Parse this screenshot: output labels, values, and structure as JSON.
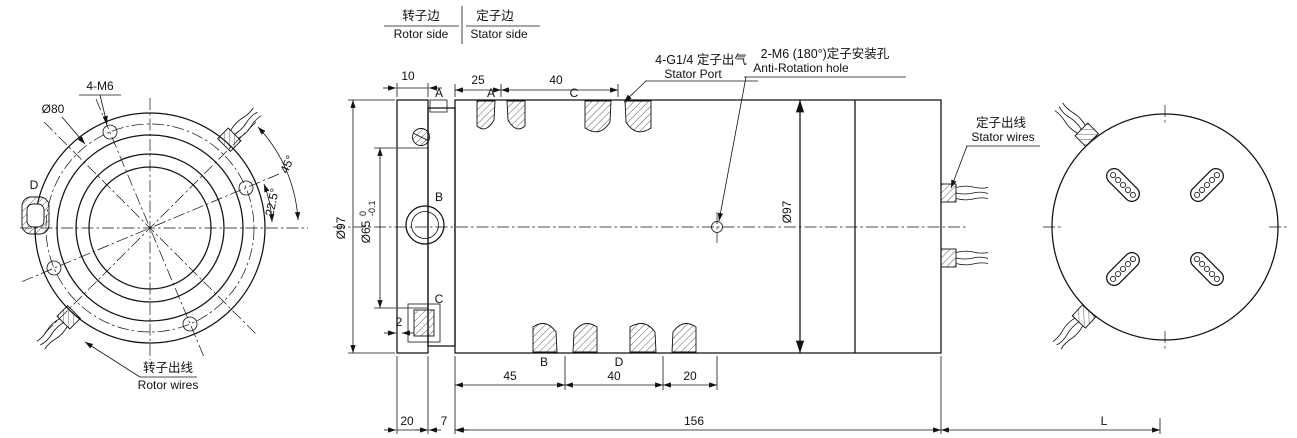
{
  "header": {
    "rotor_side_cn": "转子边",
    "rotor_side_en": "Rotor side",
    "stator_side_cn": "定子边",
    "stator_side_en": "Stator side"
  },
  "callouts": {
    "stator_port_cn": "4-G1/4 定子出气",
    "stator_port_en": "Stator Port",
    "anti_rotation_cn": "2-M6 (180°)定子安装孔",
    "anti_rotation_en": "Anti-Rotation hole",
    "stator_wires_cn": "定子出线",
    "stator_wires_en": "Stator wires",
    "rotor_wires_cn": "转子出线",
    "rotor_wires_en": "Rotor wires"
  },
  "front_view": {
    "bolt_spec": "4-M6",
    "bolt_circle_dia": "Ø80",
    "angle_45": "45°",
    "angle_225": "22.5°",
    "label_d": "D"
  },
  "section": {
    "dia_97_left": "Ø97",
    "dia_97_right": "Ø97",
    "bore_dia": "Ø65",
    "bore_tol_upper": "0",
    "bore_tol_lower": "-0.1",
    "labels": {
      "a_rotor": "A",
      "b_rotor": "B",
      "c_rotor": "C",
      "a_stator": "A",
      "c_stator": "C",
      "b_stator": "B",
      "d_stator": "D"
    },
    "dims": {
      "d10": "10",
      "d25": "25",
      "d40_top": "40",
      "d2": "2",
      "d45": "45",
      "d40_bottom": "40",
      "d20_hole": "20",
      "d20_base": "20",
      "d7": "7",
      "d156": "156",
      "dL": "L"
    }
  }
}
